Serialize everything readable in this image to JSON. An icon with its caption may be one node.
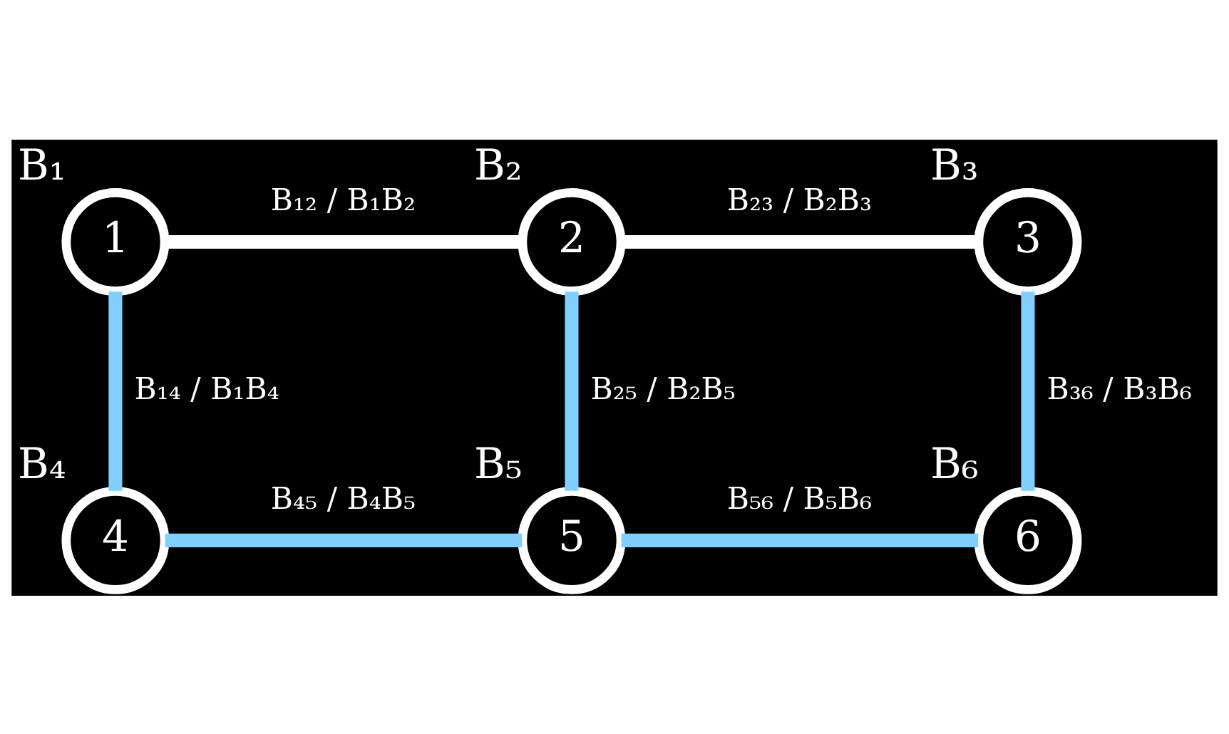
{
  "diagram": {
    "nodes": [
      {
        "text": [
          "1"
        ],
        "beside": [
          "B₁"
        ]
      },
      {
        "text": [
          "2"
        ],
        "beside": [
          "B₂"
        ]
      },
      {
        "text": [
          "3"
        ],
        "beside": [
          "B₃"
        ]
      },
      {
        "text": [
          "4"
        ],
        "beside": [
          "B₄"
        ]
      },
      {
        "text": [
          "5"
        ],
        "beside": [
          "B₅"
        ]
      },
      {
        "text": [
          "6"
        ],
        "beside": [
          "B₆"
        ]
      }
    ],
    "edges": [
      {
        "from": 0,
        "to": 1,
        "arrow": "none",
        "label": "B₁₂ / B₁B₂",
        "color": "#ffffff"
      },
      {
        "from": 1,
        "to": 2,
        "arrow": "none",
        "label": "B₂₃ / B₂B₃",
        "color": "#ffffff"
      },
      {
        "from": 0,
        "to": 3,
        "arrow": "none",
        "label": "B₁₄ / B₁B₄"
      },
      {
        "from": 1,
        "to": 4,
        "arrow": "none",
        "label": "B₂₅ / B₂B₅"
      },
      {
        "from": 2,
        "to": 5,
        "arrow": "none",
        "label": "B₃₆ / B₃B₆"
      },
      {
        "from": 3,
        "to": 4,
        "arrow": "none",
        "label": "B₄₅ / B₄B₅"
      },
      {
        "from": 4,
        "to": 5,
        "arrow": "none",
        "label": "B₅₆ / B₅B₆"
      }
    ]
  }
}
